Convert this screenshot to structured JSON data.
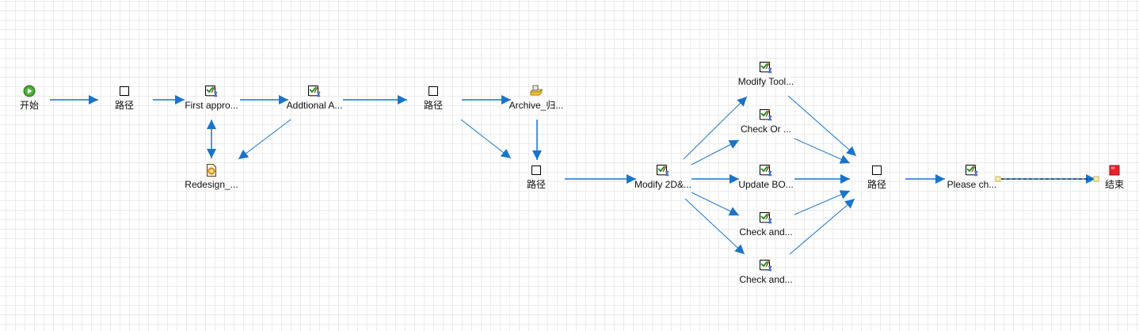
{
  "diagram": {
    "title": "Workflow process diagram",
    "edge_color": "#1a74c8",
    "nodes": [
      {
        "id": "start",
        "type": "start",
        "icon": "start-icon",
        "label": "开始"
      },
      {
        "id": "route1",
        "type": "route",
        "icon": "route-icon",
        "label": "路径"
      },
      {
        "id": "first_approval",
        "type": "task",
        "icon": "task-approval-icon",
        "label": "First appro..."
      },
      {
        "id": "additional_a",
        "type": "task",
        "icon": "task-approval-icon",
        "label": "Addtional A..."
      },
      {
        "id": "redesign",
        "type": "subprocess",
        "icon": "subprocess-icon",
        "label": "Redesign_..."
      },
      {
        "id": "route2",
        "type": "route",
        "icon": "route-icon",
        "label": "路径"
      },
      {
        "id": "archive",
        "type": "archive",
        "icon": "archive-icon",
        "label": "Archive_归..."
      },
      {
        "id": "route3",
        "type": "route",
        "icon": "route-icon",
        "label": "路径"
      },
      {
        "id": "modify_2d",
        "type": "task",
        "icon": "task-approval-icon",
        "label": "Modify 2D&..."
      },
      {
        "id": "modify_tool",
        "type": "task",
        "icon": "task-approval-icon",
        "label": "Modify Tool..."
      },
      {
        "id": "check_or",
        "type": "task",
        "icon": "task-approval-icon",
        "label": "Check Or ..."
      },
      {
        "id": "update_bo",
        "type": "task",
        "icon": "task-approval-icon",
        "label": "Update BO..."
      },
      {
        "id": "check_and_1",
        "type": "task",
        "icon": "task-approval-icon",
        "label": "Check and..."
      },
      {
        "id": "check_and_2",
        "type": "task",
        "icon": "task-approval-icon",
        "label": "Check and..."
      },
      {
        "id": "route4",
        "type": "route",
        "icon": "route-icon",
        "label": "路径"
      },
      {
        "id": "please_ch",
        "type": "task",
        "icon": "task-approval-icon",
        "label": "Please ch..."
      },
      {
        "id": "end",
        "type": "end",
        "icon": "end-icon",
        "label": "结束"
      }
    ],
    "edges": [
      {
        "from": "start",
        "to": "route1"
      },
      {
        "from": "route1",
        "to": "first_approval"
      },
      {
        "from": "first_approval",
        "to": "additional_a"
      },
      {
        "from": "first_approval",
        "to": "redesign",
        "bidirectional": true
      },
      {
        "from": "additional_a",
        "to": "redesign"
      },
      {
        "from": "additional_a",
        "to": "route2"
      },
      {
        "from": "route2",
        "to": "archive"
      },
      {
        "from": "route2",
        "to": "route3"
      },
      {
        "from": "archive",
        "to": "route3"
      },
      {
        "from": "route3",
        "to": "modify_2d"
      },
      {
        "from": "modify_2d",
        "to": "modify_tool"
      },
      {
        "from": "modify_2d",
        "to": "check_or"
      },
      {
        "from": "modify_2d",
        "to": "update_bo"
      },
      {
        "from": "modify_2d",
        "to": "check_and_1"
      },
      {
        "from": "modify_2d",
        "to": "check_and_2"
      },
      {
        "from": "modify_tool",
        "to": "route4"
      },
      {
        "from": "check_or",
        "to": "route4"
      },
      {
        "from": "update_bo",
        "to": "route4"
      },
      {
        "from": "check_and_1",
        "to": "route4"
      },
      {
        "from": "check_and_2",
        "to": "route4"
      },
      {
        "from": "route4",
        "to": "please_ch"
      },
      {
        "from": "please_ch",
        "to": "end",
        "selected": true
      }
    ]
  }
}
